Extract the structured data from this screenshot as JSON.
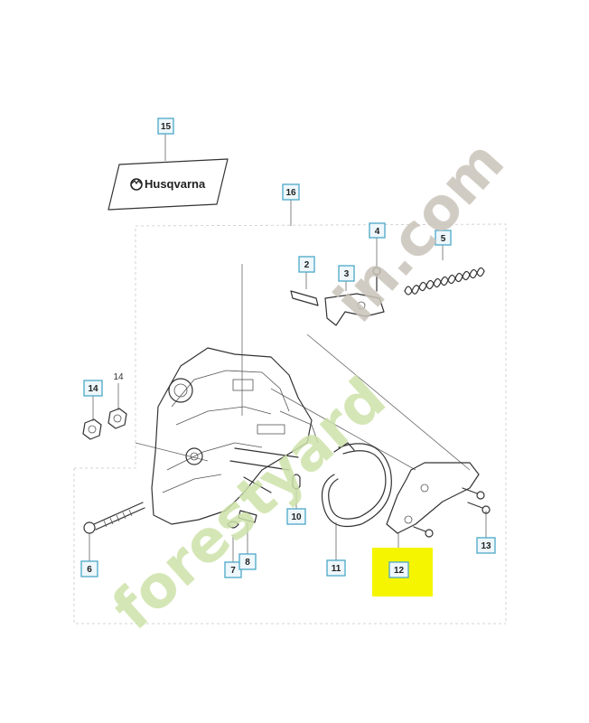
{
  "logo": {
    "text": "Husqvarna"
  },
  "callouts": [
    {
      "id": "c15",
      "label": "15"
    },
    {
      "id": "c16",
      "label": "16"
    },
    {
      "id": "c4",
      "label": "4"
    },
    {
      "id": "c5",
      "label": "5"
    },
    {
      "id": "c2",
      "label": "2"
    },
    {
      "id": "c3",
      "label": "3"
    },
    {
      "id": "c14",
      "label": "14"
    },
    {
      "id": "c10",
      "label": "10"
    },
    {
      "id": "c11",
      "label": "11"
    },
    {
      "id": "c13",
      "label": "13"
    },
    {
      "id": "c12",
      "label": "12"
    },
    {
      "id": "c6",
      "label": "6"
    },
    {
      "id": "c7",
      "label": "7"
    },
    {
      "id": "c8",
      "label": "8"
    }
  ],
  "plain_labels": [
    {
      "id": "p14",
      "label": "14"
    }
  ],
  "highlight": {
    "part": "12",
    "color": "#f5f500"
  },
  "watermark": {
    "text_green": "forestyard",
    "text_grey": "in.com",
    "color_green": "#cde2a8",
    "color_grey": "#c9c3b9"
  }
}
